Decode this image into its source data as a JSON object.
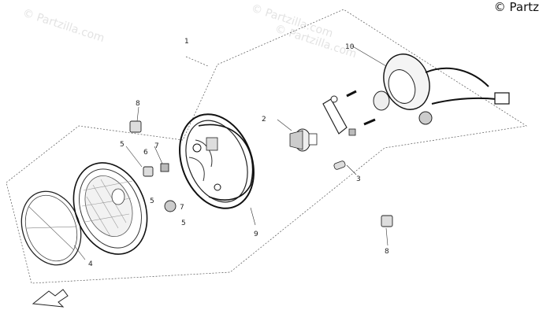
{
  "watermarks": [
    "© Partzilla.com",
    "© Partzilla.com",
    "© Partzilla.com"
  ],
  "copyright": "© Partz",
  "callouts": [
    "1",
    "2",
    "3",
    "4",
    "5",
    "5",
    "5",
    "6",
    "7",
    "7",
    "8",
    "8",
    "9",
    "10"
  ]
}
